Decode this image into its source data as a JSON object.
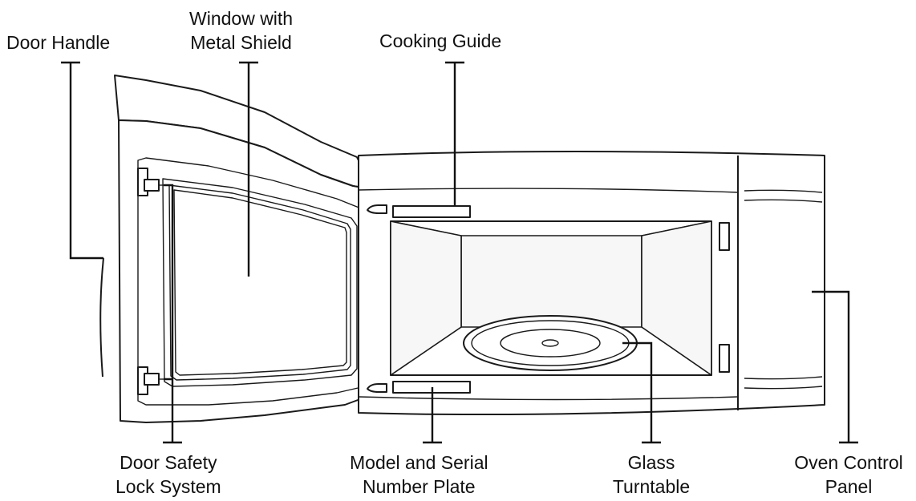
{
  "labels": {
    "door_handle": "Door Handle",
    "window_line1": "Window with",
    "window_line2": "Metal Shield",
    "cooking_guide": "Cooking Guide",
    "door_safety_line1": "Door Safety",
    "door_safety_line2": "Lock System",
    "model_line1": "Model and Serial",
    "model_line2": "Number Plate",
    "glass_line1": "Glass",
    "glass_line2": "Turntable",
    "oven_line1": "Oven Control",
    "oven_line2": "Panel"
  },
  "colors": {
    "line": "#1a1a1a",
    "background": "#ffffff"
  }
}
